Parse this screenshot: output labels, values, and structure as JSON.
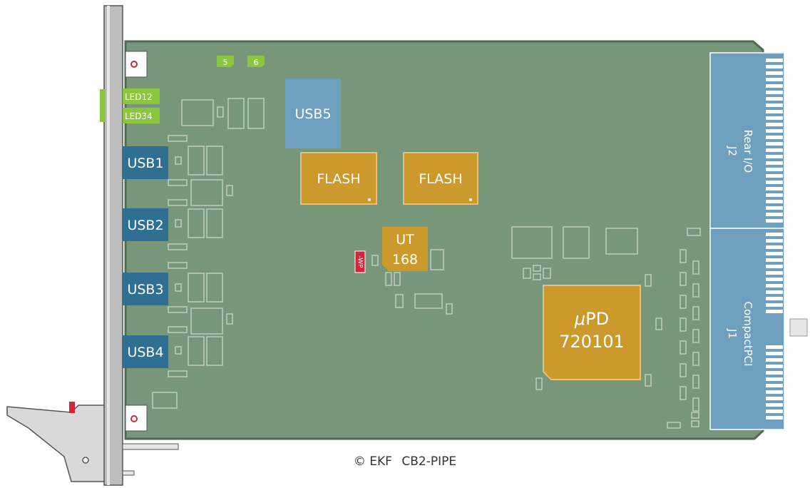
{
  "colors": {
    "pcb": "#78977a",
    "pcb_edge": "#4e6a51",
    "usb_blue": "#2e6f92",
    "usb5_blue": "#6f9fbf",
    "connector_blue": "#6f9fbf",
    "chip_orange": "#cc9a2c",
    "led_green": "#8cc63f",
    "wp_red": "#d4243b",
    "outline": "#c8d5c9"
  },
  "leds": {
    "led5": "5",
    "led6": "6",
    "led12": "LED12",
    "led34": "LED34"
  },
  "usb": {
    "usb1": "USB1",
    "usb2": "USB2",
    "usb3": "USB3",
    "usb4": "USB4",
    "usb5": "USB5"
  },
  "chips": {
    "flash1": "FLASH",
    "flash2": "FLASH",
    "ut_line1": "UT",
    "ut_line2": "168",
    "wp": "-WP",
    "upd_prefix": "μ",
    "upd_suffix": "PD",
    "upd_number": "720101"
  },
  "connectors": {
    "j2_name": "Rear I/O",
    "j2_ref": "J2",
    "j1_name": "CompactPCI",
    "j1_ref": "J1"
  },
  "credit": {
    "copyright": "© EKF",
    "model": "CB2-PIPE"
  }
}
